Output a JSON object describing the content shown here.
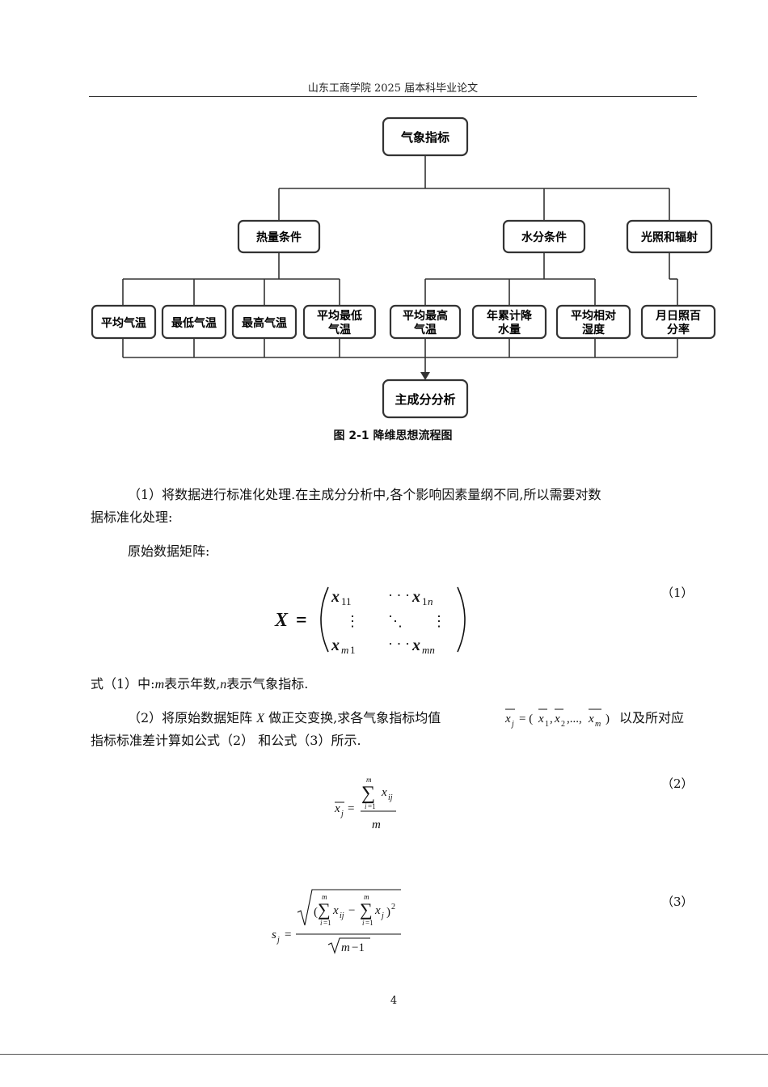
{
  "header": {
    "title": "山东工商学院 2025 届本科毕业论文"
  },
  "diagram": {
    "root": "气象指标",
    "groups": {
      "heat": "热量条件",
      "water": "水分条件",
      "light": "光照和辐射"
    },
    "leaves": {
      "l1": [
        "平均气温"
      ],
      "l2": [
        "最低气温"
      ],
      "l3": [
        "最高气温"
      ],
      "l4": [
        "平均最低",
        "气温"
      ],
      "l5": [
        "平均最高",
        "气温"
      ],
      "l6": [
        "年累计降",
        "水量"
      ],
      "l7": [
        "平均相对",
        "湿度"
      ],
      "l8": [
        "月日照百",
        "分率"
      ]
    },
    "result": "主成分分析"
  },
  "caption": "图 2-1  降维思想流程图",
  "text": {
    "p1": "（1）将数据进行标准化处理.在主成分分析中,各个影响因素量纲不同,所以需要对数",
    "p1b": "据标准化处理:",
    "p2": "原始数据矩阵:",
    "p3_a": "式（1）中:",
    "p3_m": "m",
    "p3_b": "表示年数,",
    "p3_n": "n",
    "p3_c": "表示气象指标.",
    "p4_a": "（2）将原始数据矩阵",
    "p4_X": "X",
    "p4_b": "做正交变换,求各气象指标均值",
    "p4_c": "以及所对应",
    "p5": "指标标准差计算如公式（2）   和公式（3）所示."
  },
  "equations": {
    "eq1": "（1）",
    "eq2": "（2）",
    "eq3": "（3）"
  },
  "page_number": "4"
}
